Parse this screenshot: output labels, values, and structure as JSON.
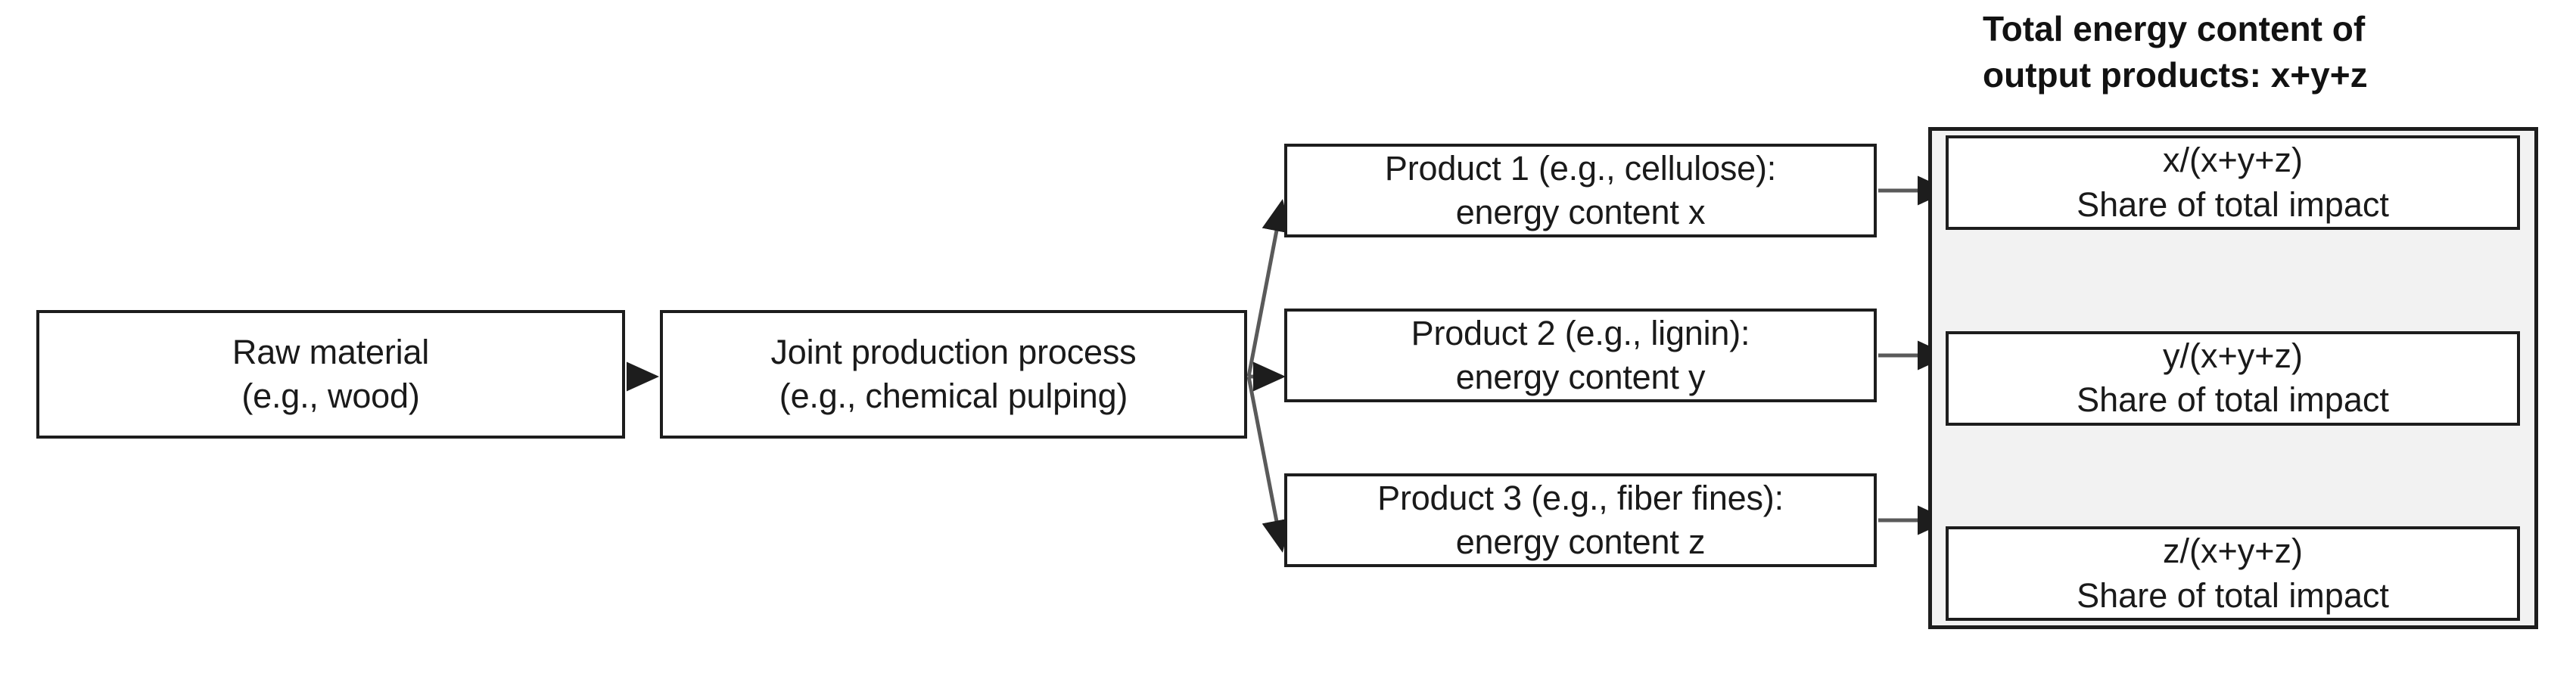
{
  "diagram": {
    "title_block": {
      "line1": "Total energy content of",
      "line2": "output products: x+y+z"
    },
    "nodes": {
      "raw_material": {
        "line1": "Raw material",
        "line2": "(e.g., wood)"
      },
      "joint_process": {
        "line1": "Joint production process",
        "line2": "(e.g., chemical pulping)"
      },
      "product_1": {
        "line1": "Product 1 (e.g., cellulose):",
        "line2": "energy content x"
      },
      "product_2": {
        "line1": "Product 2 (e.g., lignin):",
        "line2": "energy content y"
      },
      "product_3": {
        "line1": "Product 3 (e.g., fiber fines):",
        "line2": "energy content z"
      },
      "share_1": {
        "line1": "x/(x+y+z)",
        "line2": "Share of total impact"
      },
      "share_2": {
        "line1": "y/(x+y+z)",
        "line2": "Share of total impact"
      },
      "share_3": {
        "line1": "z/(x+y+z)",
        "line2": "Share of total impact"
      }
    },
    "edges": [
      {
        "name": "raw-to-process",
        "from": "raw_material",
        "to": "joint_process",
        "style": "straight-arrow"
      },
      {
        "name": "process-to-product1",
        "from": "joint_process",
        "to": "product_1",
        "style": "diagonal-arrow-up"
      },
      {
        "name": "process-to-product2",
        "from": "joint_process",
        "to": "product_2",
        "style": "straight-arrow"
      },
      {
        "name": "process-to-product3",
        "from": "joint_process",
        "to": "product_3",
        "style": "diagonal-arrow-down"
      },
      {
        "name": "product1-to-share1",
        "from": "product_1",
        "to": "share_1",
        "style": "straight-arrow"
      },
      {
        "name": "product2-to-share2",
        "from": "product_2",
        "to": "share_2",
        "style": "straight-arrow"
      },
      {
        "name": "product3-to-share3",
        "from": "product_3",
        "to": "share_3",
        "style": "straight-arrow"
      }
    ],
    "colors": {
      "box_border": "#1d1d1d",
      "box_fill": "#ffffff",
      "container_fill": "#f2f2f2",
      "text": "#1a1a1a",
      "arrow": "#3f3f3f",
      "background": "#ffffff"
    }
  }
}
